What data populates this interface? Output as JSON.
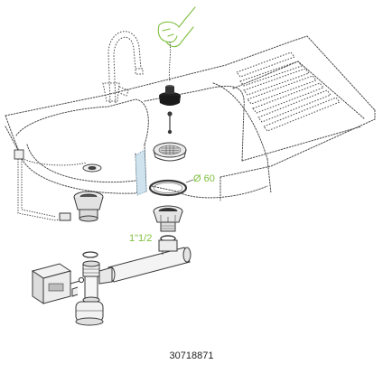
{
  "labels": {
    "diameter": "Ø 60",
    "thread": "1\"1/2",
    "part_number": "30718871"
  },
  "colors": {
    "line": "#3a3a3a",
    "dim_line": "#555555",
    "accent": "#7fbf3f",
    "drain_blue": "#cfe3ee",
    "plug": "#222222"
  },
  "icons": [
    "hand-icon",
    "bead-chain",
    "stopper-plug",
    "strainer-basket",
    "sealing-ring",
    "waste-outlet",
    "siphon-trap",
    "overflow-box"
  ]
}
